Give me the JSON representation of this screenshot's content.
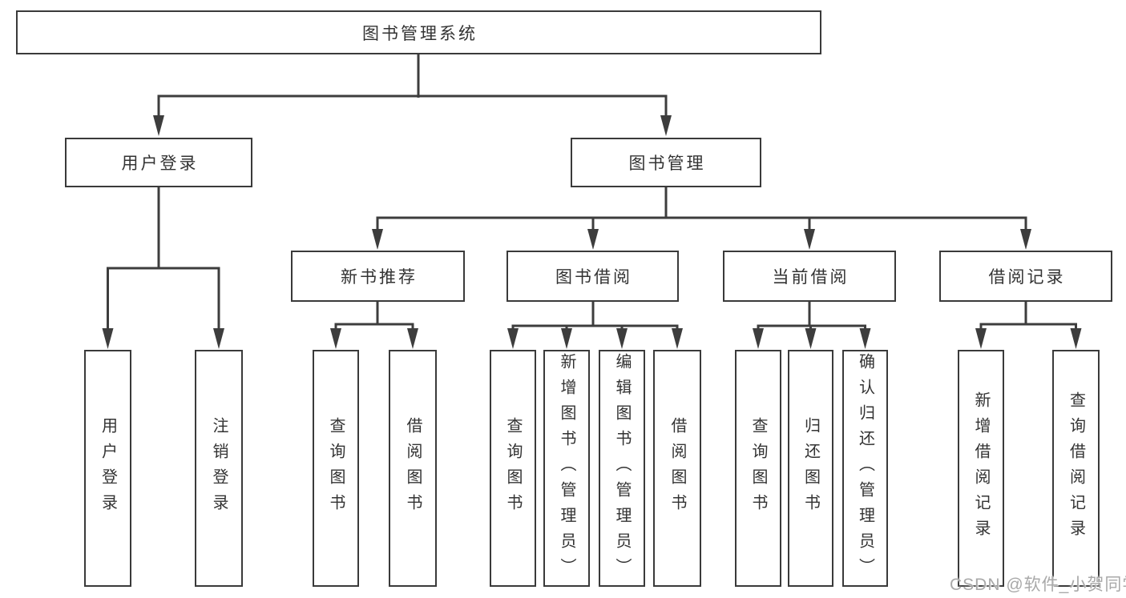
{
  "diagram": {
    "root": {
      "label": "图书管理系统"
    },
    "level2": [
      {
        "label": "用户登录"
      },
      {
        "label": "图书管理"
      }
    ],
    "level3": [
      {
        "label": "新书推荐"
      },
      {
        "label": "图书借阅"
      },
      {
        "label": "当前借阅"
      },
      {
        "label": "借阅记录"
      }
    ],
    "leaves": [
      {
        "group": "用户登录",
        "label": "用户登录"
      },
      {
        "group": "用户登录",
        "label": "注销登录"
      },
      {
        "group": "新书推荐",
        "label": "查询图书"
      },
      {
        "group": "新书推荐",
        "label": "借阅图书"
      },
      {
        "group": "图书借阅",
        "label": "查询图书"
      },
      {
        "group": "图书借阅",
        "label": "新增图书（管理员）"
      },
      {
        "group": "图书借阅",
        "label": "编辑图书（管理员）"
      },
      {
        "group": "图书借阅",
        "label": "借阅图书"
      },
      {
        "group": "当前借阅",
        "label": "查询图书"
      },
      {
        "group": "当前借阅",
        "label": "归还图书"
      },
      {
        "group": "当前借阅",
        "label": "确认归还（管理员）"
      },
      {
        "group": "借阅记录",
        "label": "新增借阅记录"
      },
      {
        "group": "借阅记录",
        "label": "查询借阅记录"
      }
    ],
    "colors": {
      "line": "#3d3d3d",
      "box_border": "#3a3a3a",
      "text": "#333333",
      "watermark": "#a9a9a9"
    },
    "watermark": "CSDN @软件_小贺同学"
  }
}
